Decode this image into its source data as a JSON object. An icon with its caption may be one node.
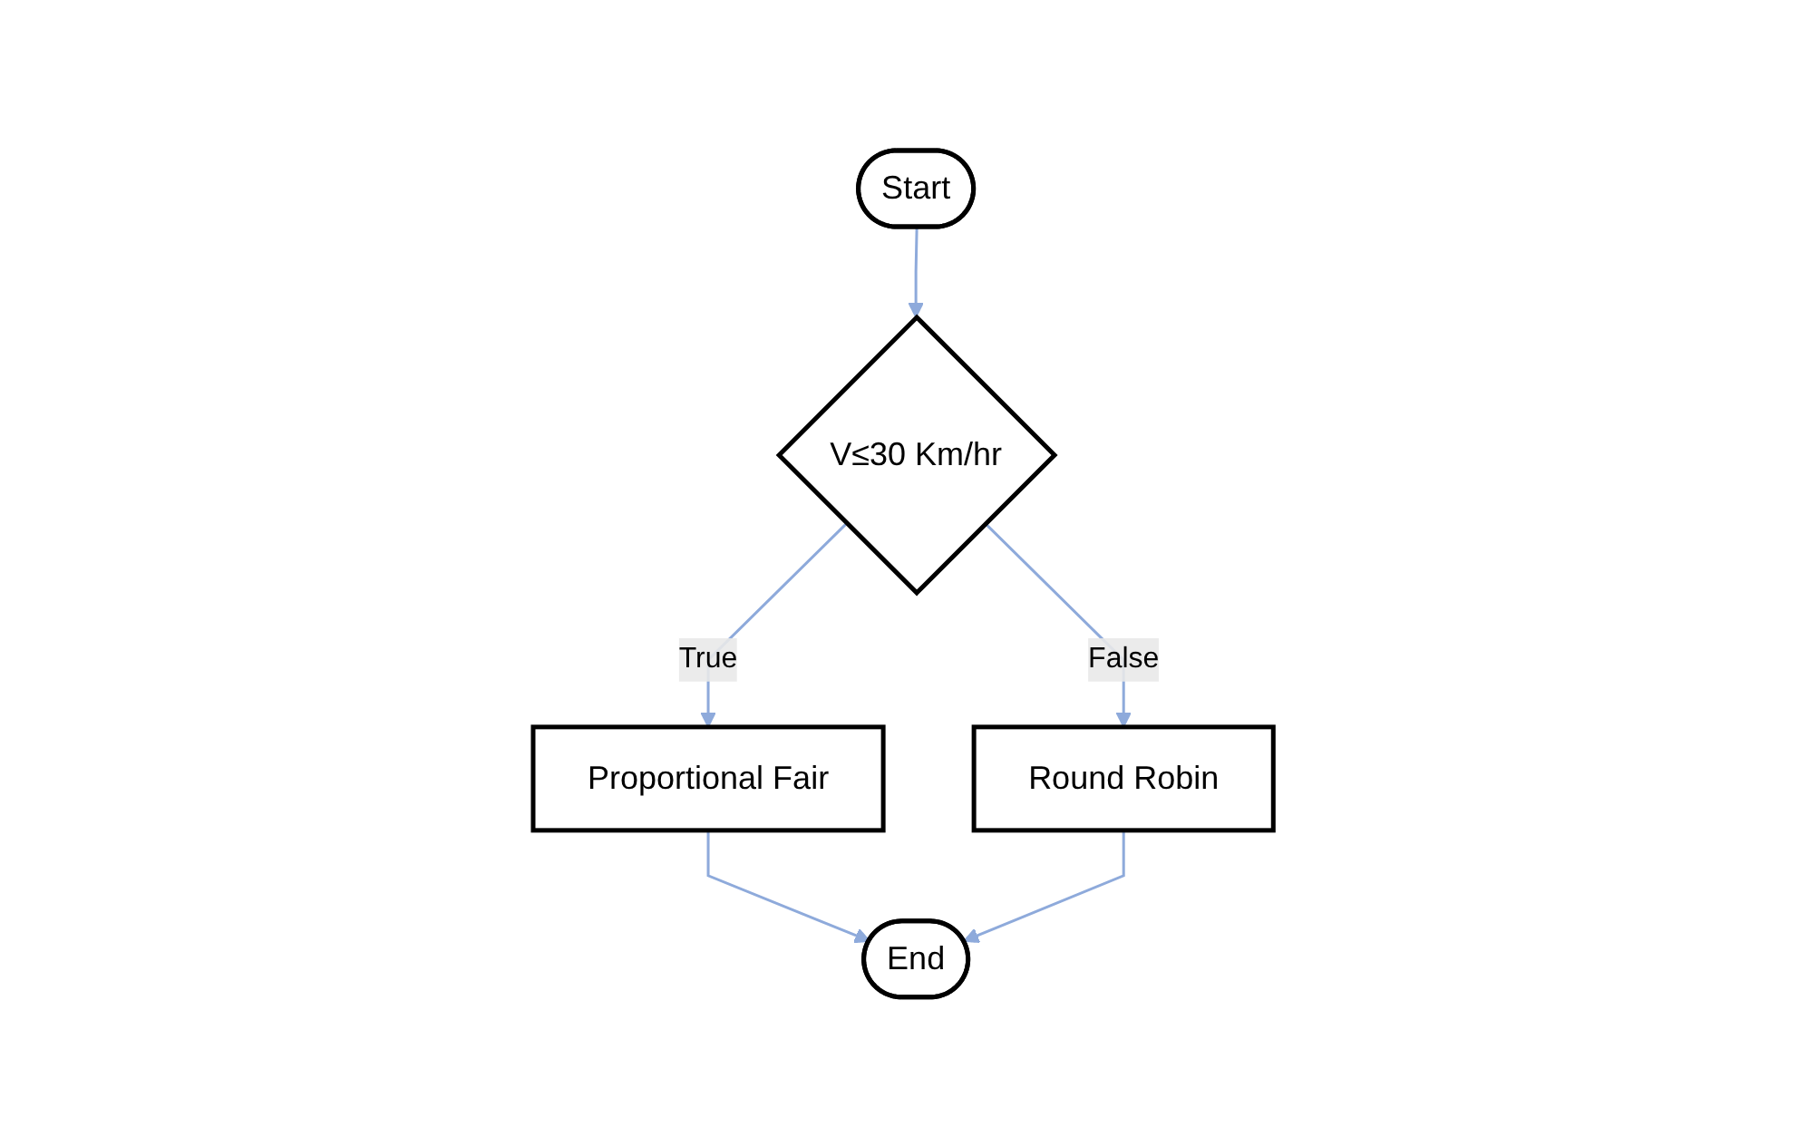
{
  "diagram": {
    "nodes": [
      {
        "text": [
          "Start"
        ]
      },
      {
        "text": [
          "V≤30 Km/hr"
        ]
      },
      {
        "text": [
          "Proportional Fair"
        ]
      },
      {
        "text": [
          "Round Robin"
        ]
      },
      {
        "text": [
          "End"
        ]
      }
    ],
    "edges": [
      {
        "from": 0,
        "to": 1,
        "arrow": "to"
      },
      {
        "from": 1,
        "to": 2,
        "arrow": "to",
        "label": "True"
      },
      {
        "from": 1,
        "to": 3,
        "arrow": "to",
        "label": "False"
      },
      {
        "from": 2,
        "to": 4,
        "arrow": "to"
      },
      {
        "from": 3,
        "to": 4,
        "arrow": "to"
      }
    ]
  }
}
